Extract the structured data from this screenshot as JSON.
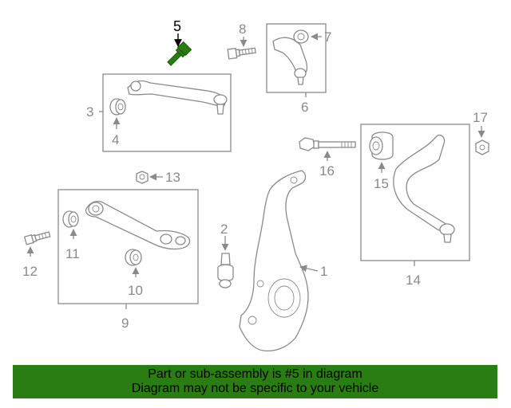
{
  "callouts": {
    "c1": "1",
    "c2": "2",
    "c3": "3",
    "c4": "4",
    "c5": "5",
    "c6": "6",
    "c7": "7",
    "c8": "8",
    "c9": "9",
    "c10": "10",
    "c11": "11",
    "c12": "12",
    "c13": "13",
    "c14": "14",
    "c15": "15",
    "c16": "16",
    "c17": "17"
  },
  "highlighted_part": "5",
  "colors": {
    "highlight": "#2a7d12",
    "line": "#8a8a8a",
    "banner_bg": "#2a7d12"
  },
  "banner": {
    "line1": "Part or sub-assembly is #5 in diagram",
    "line2": "Diagram may not be specific to your vehicle"
  }
}
